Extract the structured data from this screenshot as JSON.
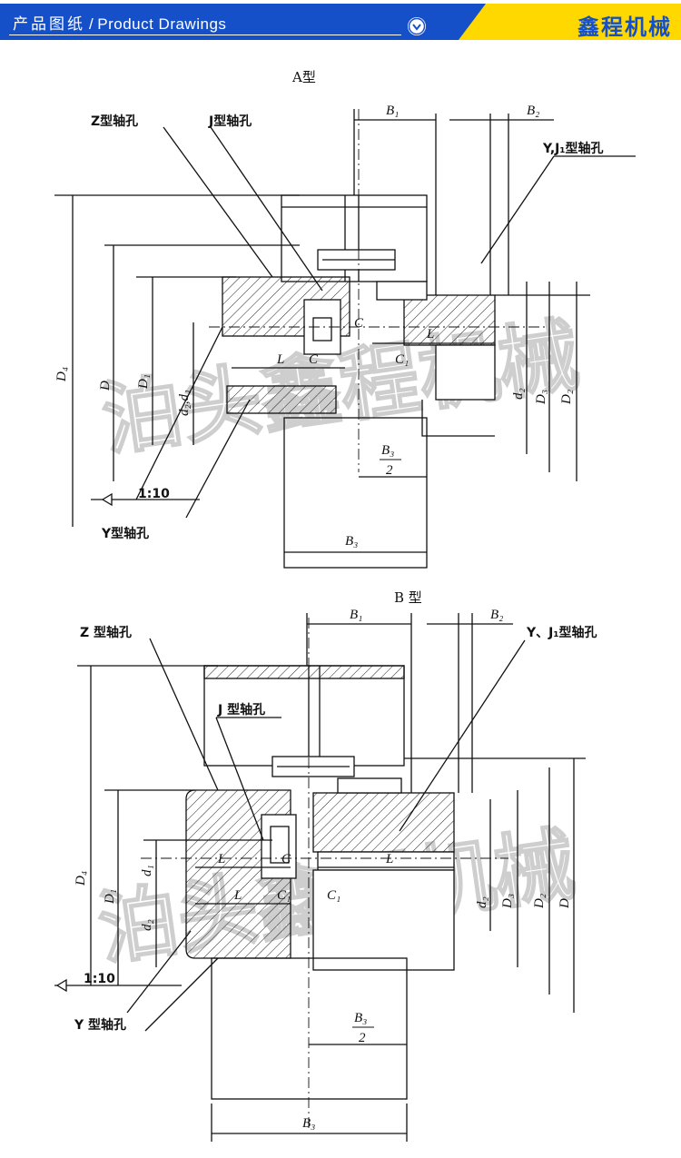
{
  "header": {
    "title_cn": "产品图纸",
    "separator": "/",
    "title_en": "Product Drawings",
    "brand": "鑫程机械",
    "dropdown_icon": "chevron-down-circle-icon"
  },
  "colors": {
    "header_blue": "#1650c8",
    "header_yellow": "#ffd800",
    "line": "#111111"
  },
  "drawing_a": {
    "title": "A型",
    "labels": {
      "z_bore": "Z型轴孔",
      "j_bore": "J型轴孔",
      "yj1_bore": "Y,J₁型轴孔",
      "y_bore": "Y型轴孔",
      "taper": "1:10"
    },
    "dims": {
      "B1": "B₁",
      "B2": "B₂",
      "B3": "B₃",
      "B3_half_num": "B₃",
      "B3_half_den": "2",
      "D4": "D₄",
      "D": "D",
      "D1": "D₁",
      "dz_d1": "d₂,d₁",
      "d2": "d₂",
      "D3": "D₃",
      "D2": "D₂",
      "L": "L",
      "C": "C",
      "C1": "C₁"
    },
    "watermark": "泊头鑫程机械"
  },
  "drawing_b": {
    "title": "B 型",
    "labels": {
      "z_bore": "Z 型轴孔",
      "j_bore": "J 型轴孔",
      "yj1_bore": "Y、J₁型轴孔",
      "y_bore": "Y 型轴孔",
      "taper": "1:10"
    },
    "dims": {
      "B1": "B₁",
      "B2": "B₂",
      "B3": "B₃",
      "B3_half_num": "B₃",
      "B3_half_den": "2",
      "D4": "D₄",
      "D1": "D₁",
      "d1": "d₁",
      "dz": "d₂",
      "d2": "d₂",
      "D3": "D₃",
      "D2": "D₂",
      "D": "D",
      "L": "L",
      "C": "C",
      "C1": "C₁"
    },
    "watermark": "泊头鑫程机械"
  }
}
